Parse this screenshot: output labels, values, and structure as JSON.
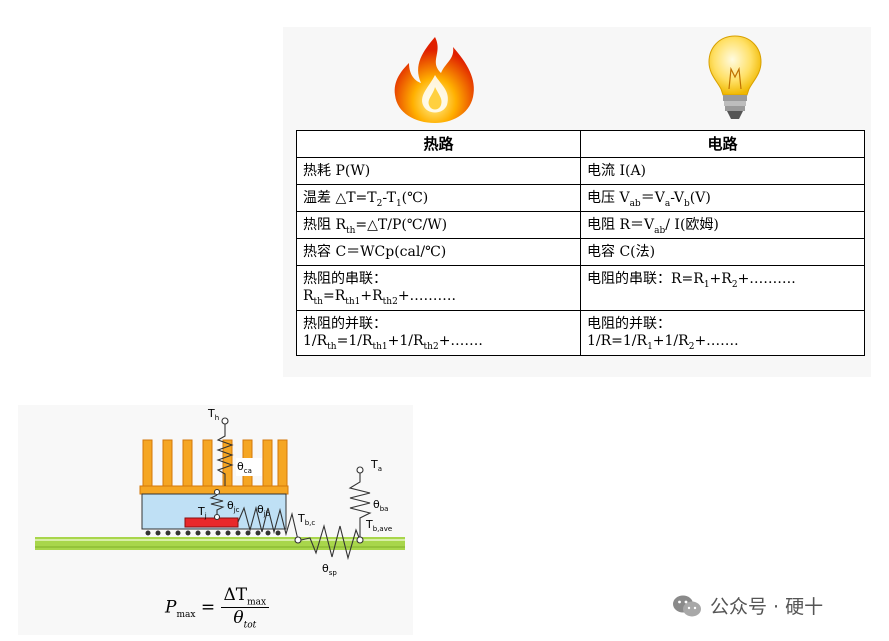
{
  "table": {
    "header": {
      "thermal": "热路",
      "electrical": "电路"
    },
    "rows": [
      {
        "thermal": "热耗 P(W)",
        "electrical": "电流 I(A)"
      },
      {
        "thermal_parts": [
          "温差 △T=T",
          "2",
          "-T",
          "1",
          "(℃)"
        ],
        "electrical_parts": [
          "电压 V",
          "ab",
          "＝V",
          "a",
          "-V",
          "b",
          "(V)"
        ]
      },
      {
        "thermal_parts": [
          "热阻 R",
          "th",
          "=△T/P(℃/W)"
        ],
        "electrical_parts": [
          "电阻 R＝V",
          "ab",
          "/ I(欧姆)"
        ]
      },
      {
        "thermal": "热容 C＝WCp(cal/℃)",
        "electrical": "电容 C(法)"
      },
      {
        "thermal_line1": "热阻的串联：",
        "thermal_parts": [
          "R",
          "th",
          "=R",
          "th1",
          "+R",
          "th2",
          "+………."
        ],
        "electrical_parts": [
          "电阻的串联：R=R",
          "1",
          "+R",
          "2",
          "+………."
        ]
      },
      {
        "thermal_line1": "热阻的并联：",
        "thermal_parts": [
          "1/R",
          "th",
          "=1/R",
          "th1",
          "+1/R",
          "th2",
          "+……."
        ],
        "electrical_line1": "电阻的并联：",
        "electrical_parts": [
          "1/R=1/R",
          "1",
          "+1/R",
          "2",
          "+……."
        ]
      }
    ]
  },
  "diagram": {
    "labels": {
      "th_top": "T",
      "th_top_sub": "h",
      "theta_ca": "θ",
      "theta_ca_sub": "ca",
      "theta_jc": "θ",
      "theta_jc_sub": "jc",
      "tj": "T",
      "tj_sub": "j",
      "theta_jb": "θ",
      "theta_jb_sub": "jb",
      "tbc": "T",
      "tbc_sub": "b,c",
      "ta": "T",
      "ta_sub": "a",
      "theta_ba": "θ",
      "theta_ba_sub": "ba",
      "tbave": "T",
      "tbave_sub": "b,ave",
      "theta_sp": "θ",
      "theta_sp_sub": "sp"
    },
    "colors": {
      "fins": "#f5a623",
      "fin_stroke": "#d4780a",
      "package": "#bfe0f5",
      "die": "#e8282a",
      "board": "#a8d64b",
      "spring": "#333333"
    }
  },
  "formula": {
    "lhs": "P",
    "lhs_sub": "max",
    "num": "ΔT",
    "num_sub": "max",
    "den": "θ",
    "den_sub": "tot"
  },
  "watermark": {
    "text": "公众号 · 硬十",
    "icon": "wechat-icon"
  },
  "icons": {
    "flame": "flame-icon",
    "bulb": "lightbulb-icon"
  }
}
